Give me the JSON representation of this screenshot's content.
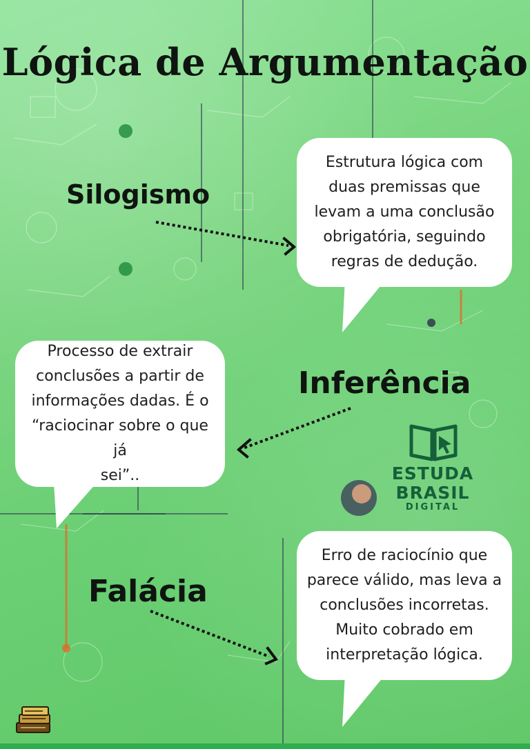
{
  "title": "Lógica de Argumentação",
  "terms": {
    "silogismo": "Silogismo",
    "inferencia": "Inferência",
    "falacia": "Falácia"
  },
  "definitions": {
    "silogismo": [
      "Estrutura lógica com",
      "duas premissas que",
      "levam a uma conclusão",
      "obrigatória, seguindo",
      "regras de dedução."
    ],
    "inferencia": [
      "Processo de extrair",
      "conclusões a partir de",
      "informações dadas. É o",
      "“raciocinar sobre o que já",
      "sei”.."
    ],
    "falacia": [
      "Erro de raciocínio que",
      "parece válido, mas leva a",
      "conclusões incorretas.",
      "Muito cobrado em",
      "interpretação lógica."
    ]
  },
  "logo": {
    "line1": "ESTUDA",
    "line2": "BRASIL",
    "line3": "DIGITAL",
    "icon": "open-book-cursor-icon"
  },
  "colors": {
    "background": "#7bd781",
    "logo_green": "#15603a",
    "bubble": "#ffffff",
    "text": "#0f1410"
  }
}
